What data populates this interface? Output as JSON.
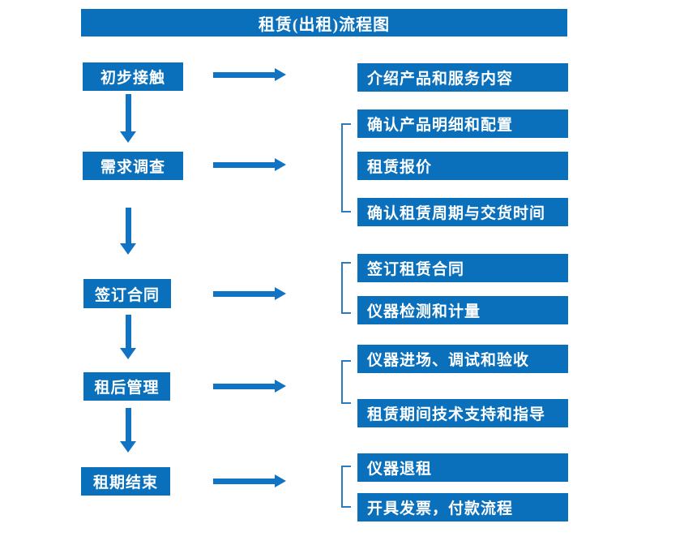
{
  "title": "租赁(出租)流程图",
  "colors": {
    "primary_blue": "#0b70bc",
    "arrow_blue": "#1173c4",
    "bracket_blue": "#2b7ac2",
    "text_white": "#ffffff",
    "background": "#ffffff"
  },
  "flow": {
    "steps": [
      {
        "label": "初步接触",
        "outputs": [
          "介绍产品和服务内容"
        ]
      },
      {
        "label": "需求调查",
        "outputs": [
          "确认产品明细和配置",
          "租赁报价",
          "确认租赁周期与交货时间"
        ]
      },
      {
        "label": "签订合同",
        "outputs": [
          "签订租赁合同",
          "仪器检测和计量"
        ]
      },
      {
        "label": "租后管理",
        "outputs": [
          "仪器进场、调试和验收",
          "租赁期间技术支持和指导"
        ]
      },
      {
        "label": "租期结束",
        "outputs": [
          "仪器退租",
          "开具发票，付款流程"
        ]
      }
    ]
  }
}
